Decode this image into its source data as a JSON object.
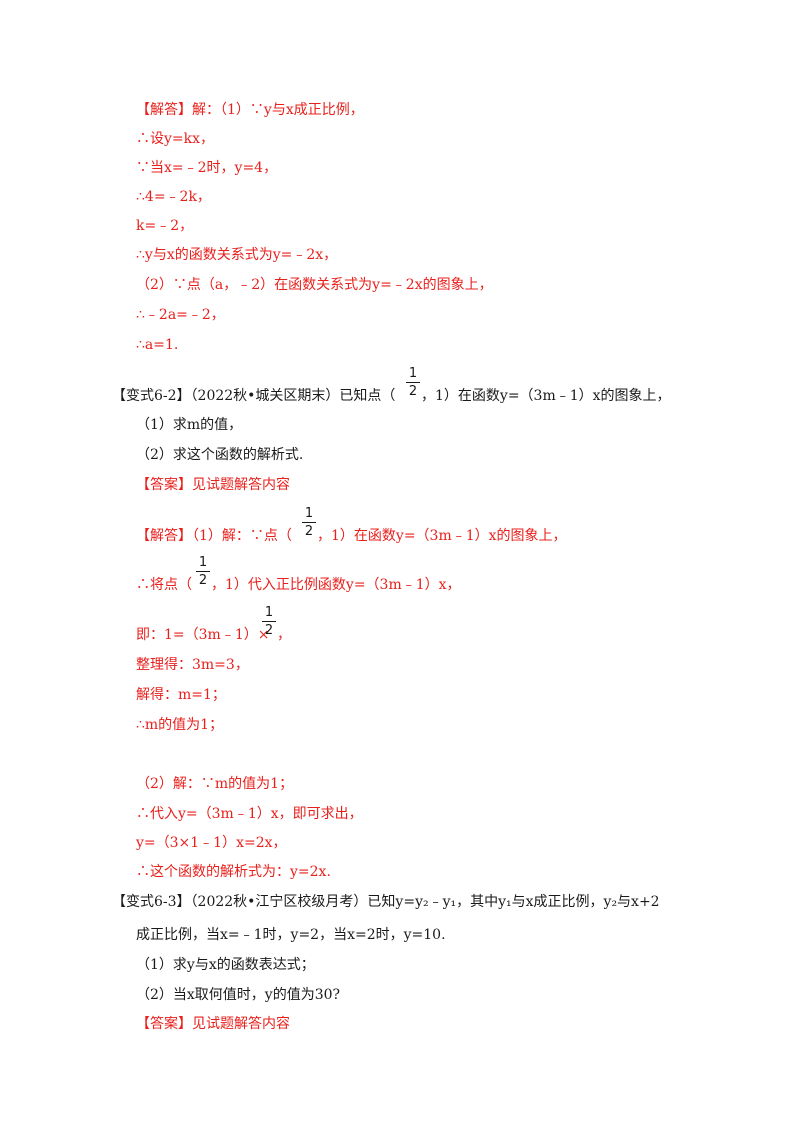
{
  "lines": {
    "l1": "【解答】解：（1）∵y与x成正比例，",
    "l2": "∴设y=kx，",
    "l3": "∵当x=﹣2时，y=4，",
    "l4": "∴4=﹣2k，",
    "l5": "k=﹣2，",
    "l6": "∴y与x的函数关系式为y=﹣2x，",
    "l7": "（2）∵点（a，﹣2）在函数关系式为y=﹣2x的图象上，",
    "l8": "∴﹣2a=﹣2，",
    "l9": "∴a=1.",
    "v62a": "【变式6-2】（2022秋•城关区期末）已知点（",
    "v62b": "，1）在函数y=（3m﹣1）x的图象上，",
    "v62q1": "（1）求m的值，",
    "v62q2": "（2）求这个函数的解析式.",
    "v62ans": "【答案】见试题解答内容",
    "s1a": "【解答】（1）解：∵点（",
    "s1b": "，1）在函数y=（3m﹣1）x的图象上，",
    "s2a": "∴将点（",
    "s2b": "，1）代入正比例函数y=（3m﹣1）x，",
    "s3a": "即：1=（3m﹣1）×",
    "s3b": "，",
    "s4": "整理得：3m=3，",
    "s5": "解得：m=1；",
    "s6": "∴m的值为1；",
    "s7": "（2）解：∵m的值为1；",
    "s8": "∴代入y=（3m﹣1）x，即可求出，",
    "s9": "y=（3×1﹣1）x=2x，",
    "s10": "∴这个函数的解析式为：y=2x.",
    "v63a": "【变式6-3】（2022秋•江宁区校级月考）已知y=y₂﹣y₁，其中y₁与x成正比例，y₂与x+2",
    "v63b": "成正比例，当x=﹣1时，y=2，当x=2时，y=10.",
    "v63q1": "（1）求y与x的函数表达式；",
    "v63q2": "（2）当x取何值时，y的值为30?",
    "v63ans": "【答案】见试题解答内容"
  },
  "fraction": {
    "numerator": "1",
    "denominator": "2"
  }
}
